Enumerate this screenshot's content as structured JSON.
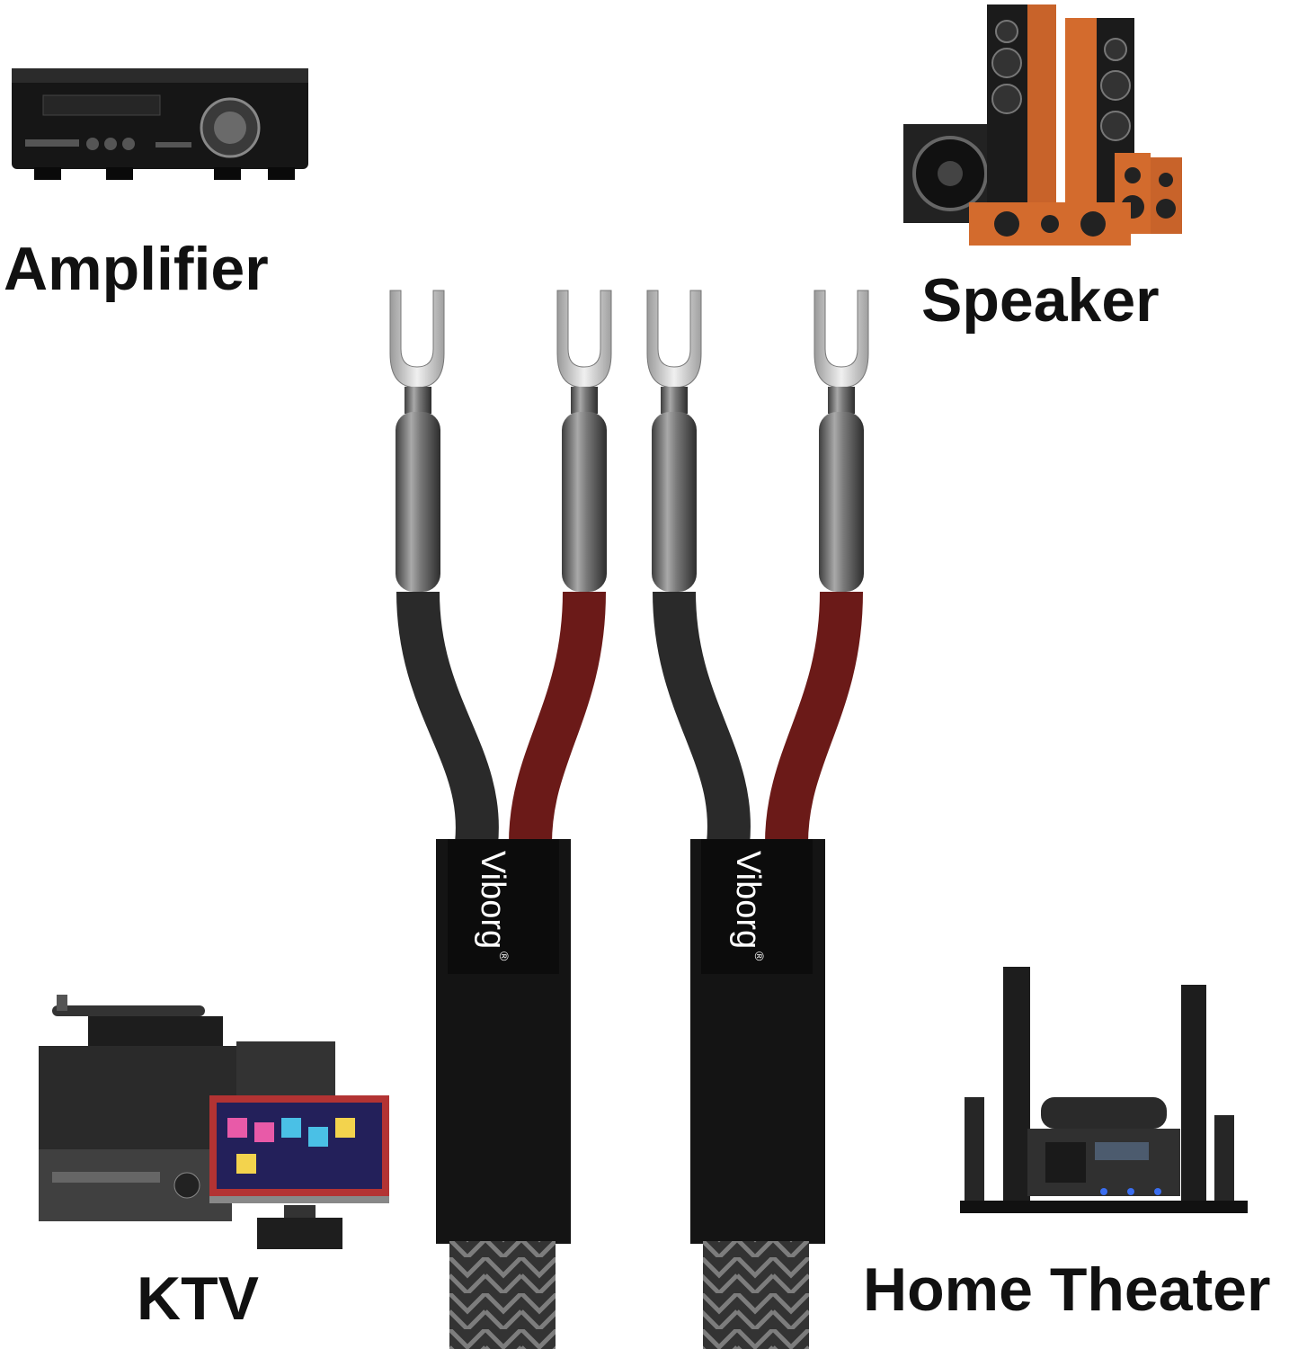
{
  "labels": {
    "amplifier": "Amplifier",
    "speaker": "Speaker",
    "ktv": "KTV",
    "home_theater": "Home Theater"
  },
  "cable": {
    "brand": "Viborg",
    "registered_mark": "®",
    "sheath_colors": {
      "negative": "#2a2a2a",
      "positive": "#6b1a18"
    },
    "connector_type": "spade-plug"
  },
  "devices": [
    {
      "name": "amplifier",
      "icon": "amplifier-icon"
    },
    {
      "name": "speaker",
      "icon": "speaker-set-icon"
    },
    {
      "name": "ktv",
      "icon": "ktv-system-icon"
    },
    {
      "name": "home_theater",
      "icon": "home-theater-icon"
    }
  ]
}
